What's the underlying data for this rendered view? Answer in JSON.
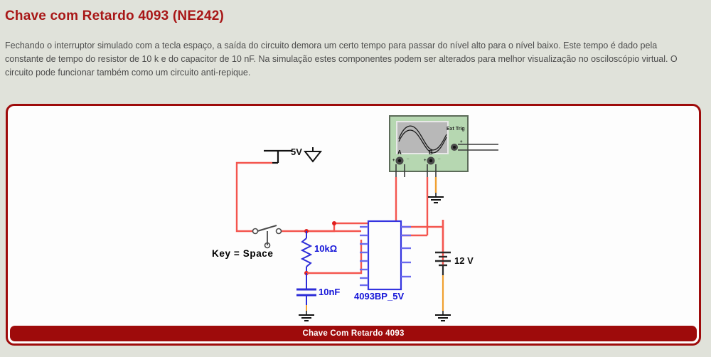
{
  "page": {
    "title": "Chave com Retardo 4093 (NE242)",
    "intro": "Fechando o interruptor simulado com a tecla espaço, a saída do circuito demora um certo tempo para passar do nível alto para o nível baixo. Este tempo é dado pela constante de tempo do resistor de 10 k e do capacitor de 10 nF. Na simulação estes componentes podem ser alterados para melhor visualização no osciloscópio virtual. O circuito pode funcionar também como um circuito anti-repique.",
    "caption": "Chave Com Retardo 4093"
  },
  "colors": {
    "background": "#e0e2da",
    "title": "#a81717",
    "panel_border": "#9e0b0b",
    "caption_bg": "#9e0b0b",
    "wire_red": "#f4564f",
    "wire_blue": "#2d2dd8",
    "wire_orange": "#f0a030",
    "component_blue": "#3434e0",
    "scope_body": "#b6d7b1",
    "scope_screen": "#b8b8b8"
  },
  "circuit": {
    "labels": {
      "supply_5v": "5V",
      "switch_key": "Key = Space",
      "resistor": "10kΩ",
      "capacitor": "10nF",
      "ic": "4093BP_5V",
      "battery": "12 V"
    },
    "scope": {
      "ext_trig": "Ext Trig",
      "channel_a": "A",
      "channel_b": "B",
      "plus": "+",
      "minus": "_"
    }
  }
}
